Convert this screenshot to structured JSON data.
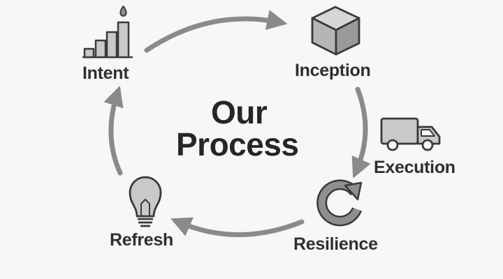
{
  "title": {
    "line1": "Our",
    "line2": "Process"
  },
  "steps": [
    {
      "label": "Intent",
      "icon": "bar-chart-flame-icon"
    },
    {
      "label": "Inception",
      "icon": "cube-icon"
    },
    {
      "label": "Execution",
      "icon": "truck-icon"
    },
    {
      "label": "Resilience",
      "icon": "refresh-cycle-icon"
    },
    {
      "label": "Refresh",
      "icon": "lightbulb-icon"
    }
  ],
  "colors": {
    "background": "#f7f7f7",
    "arrow": "#8a8a8a",
    "text": "#2f2f2f",
    "icon_stroke": "#3a3a3a",
    "icon_fill_light": "#c9c9c9",
    "icon_fill_mid": "#8f8f8f"
  }
}
